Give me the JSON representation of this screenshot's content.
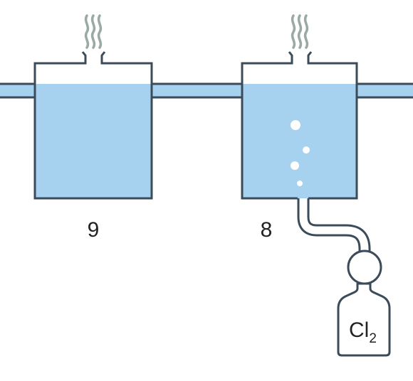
{
  "colors": {
    "water": "#a6d2ef",
    "outline": "#3b4b5a",
    "steam": "#9aa9a4",
    "bubble": "#ffffff",
    "background": "#ffffff"
  },
  "tanks": [
    {
      "label": "9"
    },
    {
      "label": "8"
    }
  ],
  "chlorine_bottle": {
    "symbol": "Cl",
    "subscript": "2"
  },
  "icons": {
    "steam": "steam-icon",
    "bubbles": "bubbles-icon",
    "valve": "valve-icon"
  }
}
